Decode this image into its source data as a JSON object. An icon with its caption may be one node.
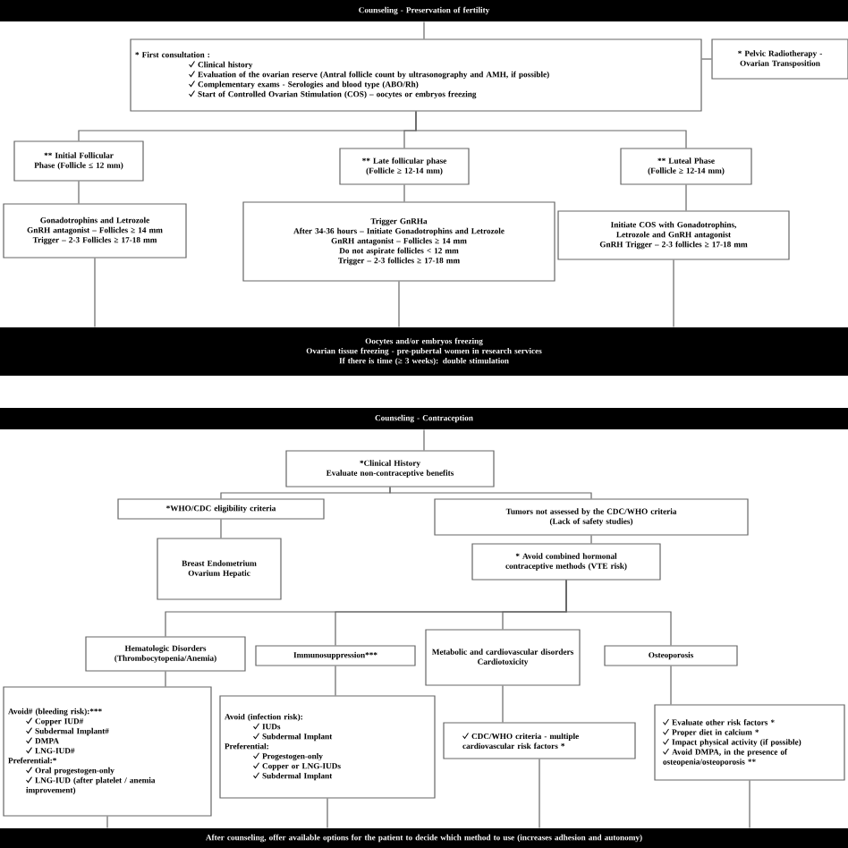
{
  "diagram": {
    "nodes": [
      {
        "text": [
          "Counseling - Preservation of fertility"
        ]
      },
      {
        "text": [
          "* First consultation :",
          "Clinical history",
          "Evaluation of the ovarian reserve (Antral follicle count by ultrasonography and AMH, if possible)",
          "Complementary exams - Serologies and blood type (ABO/Rh)",
          "Start of Controlled Ovarian Stimulation (COS) – oocytes or embryos freezing"
        ]
      },
      {
        "text": [
          "* Pelvic Radiotherapy - Ovarian Transposition"
        ]
      },
      {
        "text": [
          "** Initial Follicular Phase (Follicle ≤ 12 mm)"
        ]
      },
      {
        "text": [
          "** Late follicular phase (Follicle ≥ 12-14 mm)"
        ]
      },
      {
        "text": [
          "** Luteal Phase (Follicle ≥ 12-14 mm)"
        ]
      },
      {
        "text": [
          "Gonadotrophins and Letrozole",
          "GnRH antagonist – Follicles ≥ 14 mm",
          "Trigger – 2-3 Follicles ≥ 17-18 mm"
        ]
      },
      {
        "text": [
          "Trigger GnRHa",
          "After 34-36 hours – Initiate Gonadotrophins and Letrozole",
          "GnRH antagonist – Follicles ≥ 14 mm",
          "Do not aspirate follicles < 12 mm",
          "Trigger – 2-3 follicles ≥ 17-18 mm"
        ]
      },
      {
        "text": [
          "Initiate COS with Gonadotrophins, Letrozole and GnRH antagonist",
          "GnRH Trigger – 2-3 follicles ≥ 17-18 mm"
        ]
      },
      {
        "text": [
          "Oocytes and/or embryos freezing",
          "Ovarian tissue freezing - pre-pubertal women in research services",
          "If there is time (≥ 3 weeks): double stimulation"
        ]
      },
      {
        "text": [
          "Counseling - Contraception"
        ]
      },
      {
        "text": [
          "*Clinical History",
          "Evaluate non-contraceptive benefits"
        ]
      },
      {
        "text": [
          "*WHO/CDC eligibility criteria"
        ]
      },
      {
        "text": [
          "Tumors not assessed by the CDC/WHO criteria",
          "(Lack of safety studies)"
        ]
      },
      {
        "text": [
          "Breast Endometrium Ovarium Hepatic"
        ]
      },
      {
        "text": [
          "* Avoid combined hormonal contraceptive methods (VTE risk)"
        ]
      },
      {
        "text": [
          "Hematologic Disorders (Thrombocytopenia/Anemia)"
        ]
      },
      {
        "text": [
          "Immunosuppression***"
        ]
      },
      {
        "text": [
          "Metabolic and cardiovascular disorders",
          "Cardiotoxicity"
        ]
      },
      {
        "text": [
          "Osteoporosis"
        ]
      },
      {
        "text": [
          "Avoid# (bleeding risk):***",
          "Copper IUD#",
          "Subdermal Implant#",
          "DMPA",
          "LNG-IUD#",
          "Preferential:*",
          "Oral progestogen-only",
          "LNG-IUD (after platelet / anemia improvement)"
        ]
      },
      {
        "text": [
          "Avoid (infection risk):",
          "IUDs",
          "Subdermal Implant",
          "Preferential:",
          "Progestogen-only",
          "Copper or LNG-IUDs",
          "Subdermal Implant"
        ]
      },
      {
        "text": [
          "CDC/WHO criteria - multiple cardiovascular risk factors *"
        ]
      },
      {
        "text": [
          "Evaluate other risk factors *",
          "Proper diet in calcium *",
          "Impact physical activity (if possible)",
          "Avoid DMPA, in the presence of osteopenia/osteoporosis **"
        ]
      },
      {
        "text": [
          "After counseling, offer available options for the patient to decide which method to use (increases adhesion and autonomy)"
        ]
      }
    ],
    "edges": [
      {
        "from": 0,
        "to": 1,
        "arrow": "none"
      },
      {
        "from": 1,
        "to": 2,
        "arrow": "none"
      },
      {
        "from": 1,
        "to": 3,
        "arrow": "none"
      },
      {
        "from": 1,
        "to": 4,
        "arrow": "none"
      },
      {
        "from": 1,
        "to": 5,
        "arrow": "none"
      },
      {
        "from": 3,
        "to": 6,
        "arrow": "none"
      },
      {
        "from": 4,
        "to": 7,
        "arrow": "none"
      },
      {
        "from": 5,
        "to": 8,
        "arrow": "none"
      },
      {
        "from": 6,
        "to": 9,
        "arrow": "none"
      },
      {
        "from": 7,
        "to": 9,
        "arrow": "none"
      },
      {
        "from": 8,
        "to": 9,
        "arrow": "none"
      },
      {
        "from": 10,
        "to": 11,
        "arrow": "none"
      },
      {
        "from": 11,
        "to": 12,
        "arrow": "none"
      },
      {
        "from": 11,
        "to": 13,
        "arrow": "none"
      },
      {
        "from": 12,
        "to": 14,
        "arrow": "none"
      },
      {
        "from": 13,
        "to": 15,
        "arrow": "none"
      },
      {
        "from": 15,
        "to": 16,
        "arrow": "none"
      },
      {
        "from": 15,
        "to": 17,
        "arrow": "none"
      },
      {
        "from": 15,
        "to": 18,
        "arrow": "none"
      },
      {
        "from": 15,
        "to": 19,
        "arrow": "none"
      },
      {
        "from": 16,
        "to": 20,
        "arrow": "none"
      },
      {
        "from": 17,
        "to": 21,
        "arrow": "none"
      },
      {
        "from": 18,
        "to": 22,
        "arrow": "none"
      },
      {
        "from": 19,
        "to": 23,
        "arrow": "none"
      },
      {
        "from": 20,
        "to": 24,
        "arrow": "none"
      },
      {
        "from": 21,
        "to": 24,
        "arrow": "none"
      },
      {
        "from": 22,
        "to": 24,
        "arrow": "none"
      },
      {
        "from": 23,
        "to": 24,
        "arrow": "none"
      }
    ]
  }
}
